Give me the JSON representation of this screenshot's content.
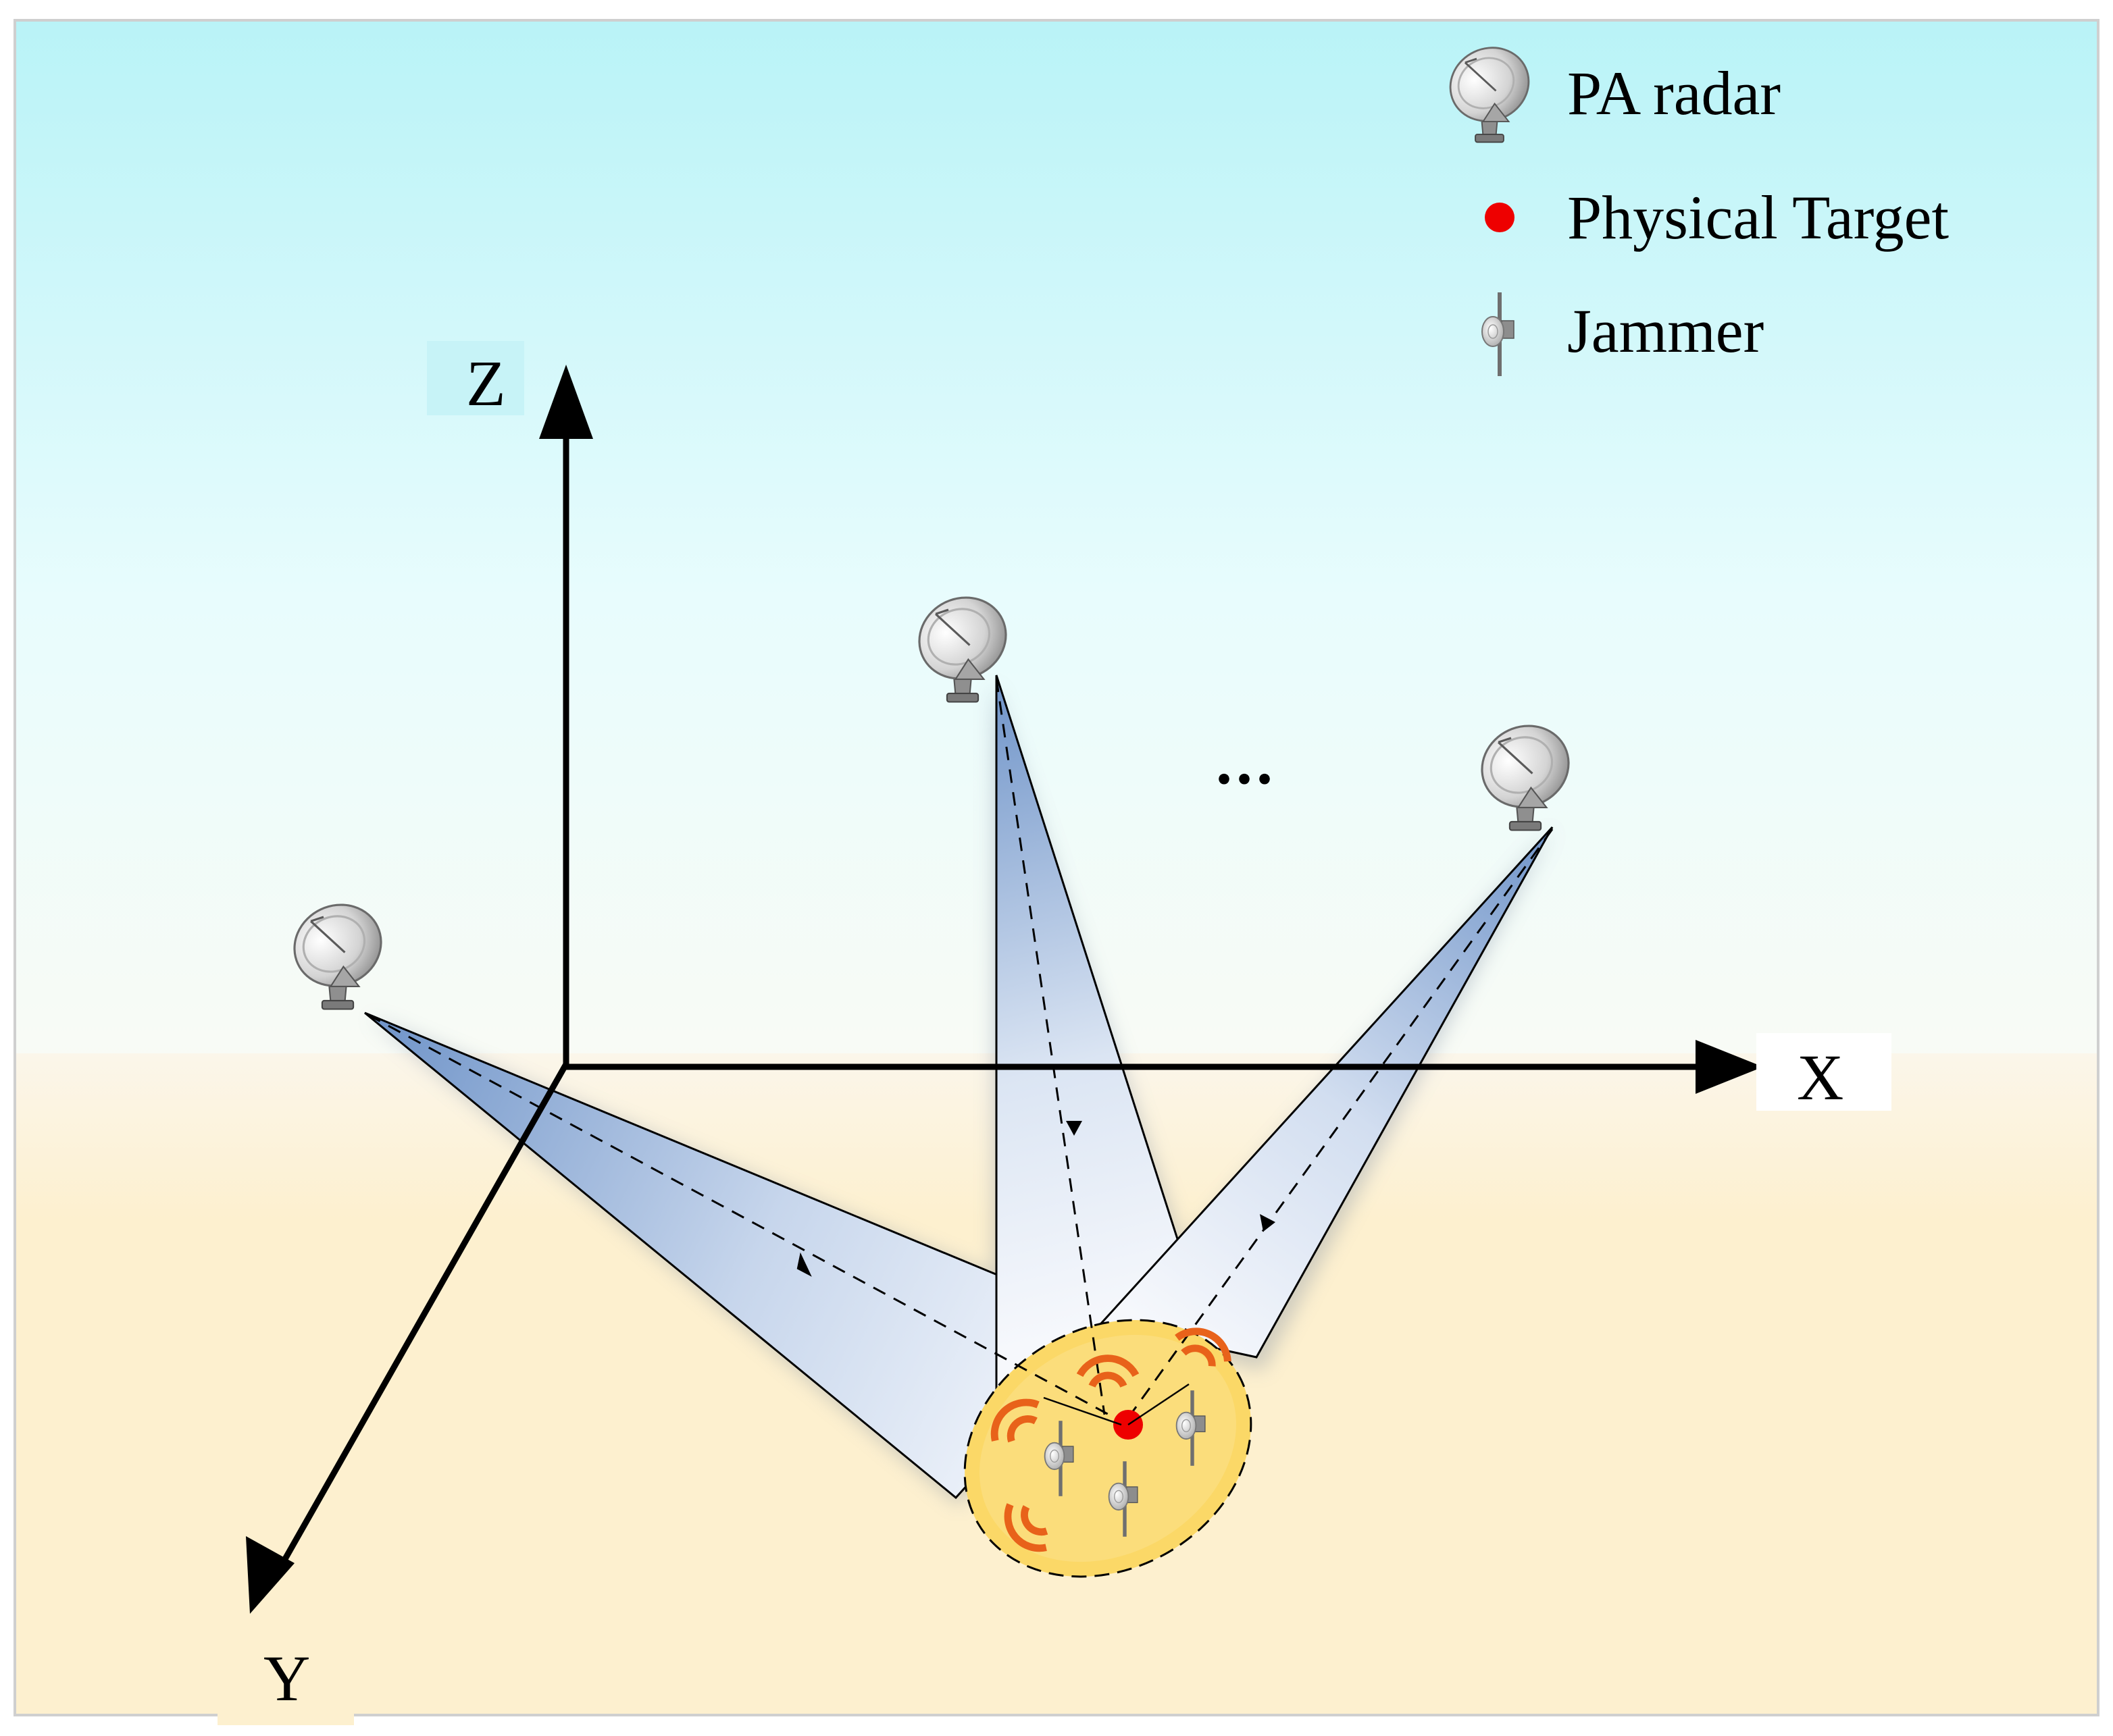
{
  "colors": {
    "sky_top": "#b9f3f7",
    "sky_mid": "#e6fcfd",
    "ground": "#fdf0cf",
    "beam_dark": "#6e93c8",
    "beam_light": "#eef3fa",
    "zone_fill": "#fbd867",
    "arc_orange": "#ec6a1c",
    "target_red": "#ee0000",
    "axis": "#000000"
  },
  "axes": {
    "x": "X",
    "y": "Y",
    "z": "Z"
  },
  "legend": {
    "radar": {
      "icon": "satellite-dish-icon",
      "label": "PA radar"
    },
    "target": {
      "icon": "red-dot-icon",
      "label": "Physical Target"
    },
    "jammer": {
      "icon": "jammer-antenna-icon",
      "label": "Jammer"
    }
  },
  "ellipsis": "..."
}
